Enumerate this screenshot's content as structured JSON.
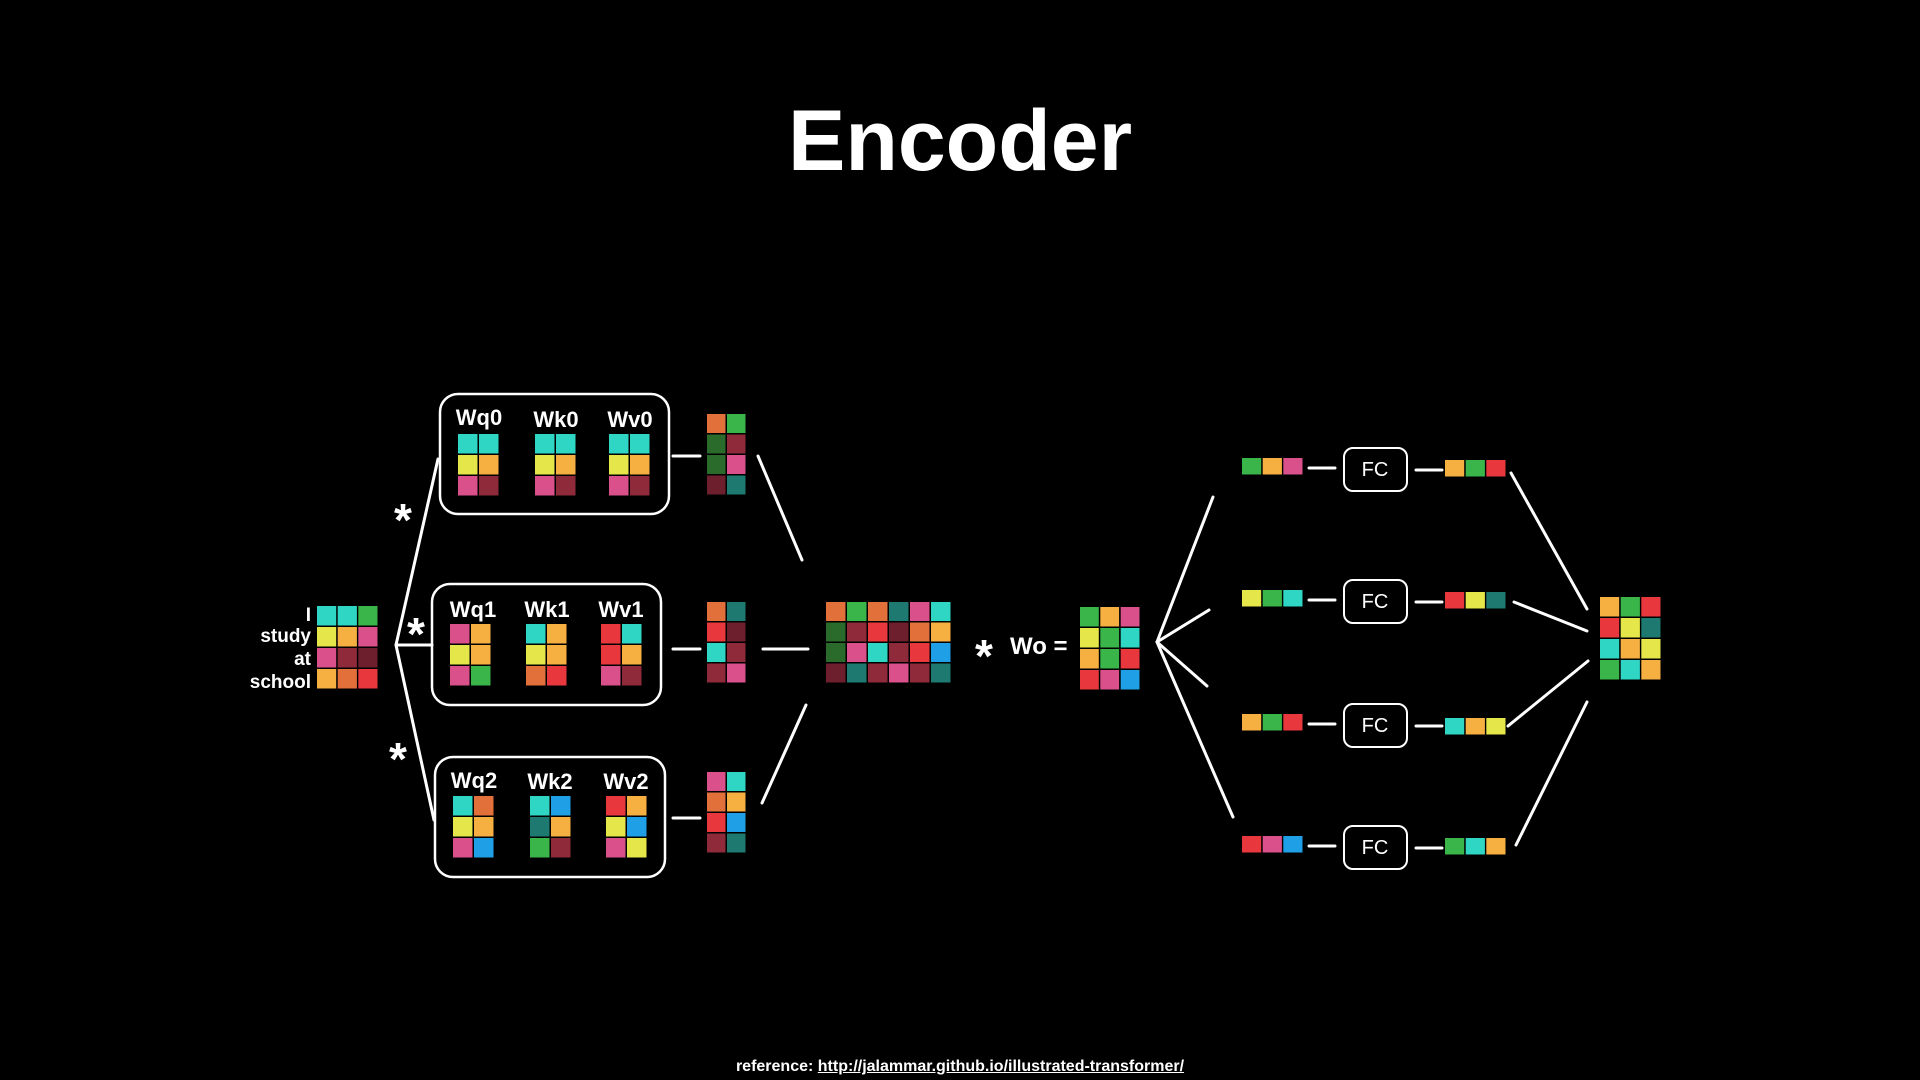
{
  "title": "Encoder",
  "tokens": [
    "I",
    "study",
    "at",
    "school"
  ],
  "heads": [
    {
      "wq": "Wq0",
      "wk": "Wk0",
      "wv": "Wv0"
    },
    {
      "wq": "Wq1",
      "wk": "Wk1",
      "wv": "Wv1"
    },
    {
      "wq": "Wq2",
      "wk": "Wk2",
      "wv": "Wv2"
    }
  ],
  "multiply_symbol": "*",
  "wo_label": "Wo =",
  "fc_label": "FC",
  "reference": {
    "prefix": "reference:",
    "link": "http://jalammar.github.io/illustrated-transformer/"
  },
  "colors": {
    "background": "#000000",
    "line": "#ffffff",
    "teal": "#2fd6c4",
    "green": "#3ab54a",
    "yellow": "#e5e64a",
    "orange": "#f6b042",
    "pink": "#d9508a",
    "maroon": "#8e2a3a",
    "red": "#e8383d",
    "blue": "#1fa0e6",
    "darkteal": "#1e7a70"
  }
}
